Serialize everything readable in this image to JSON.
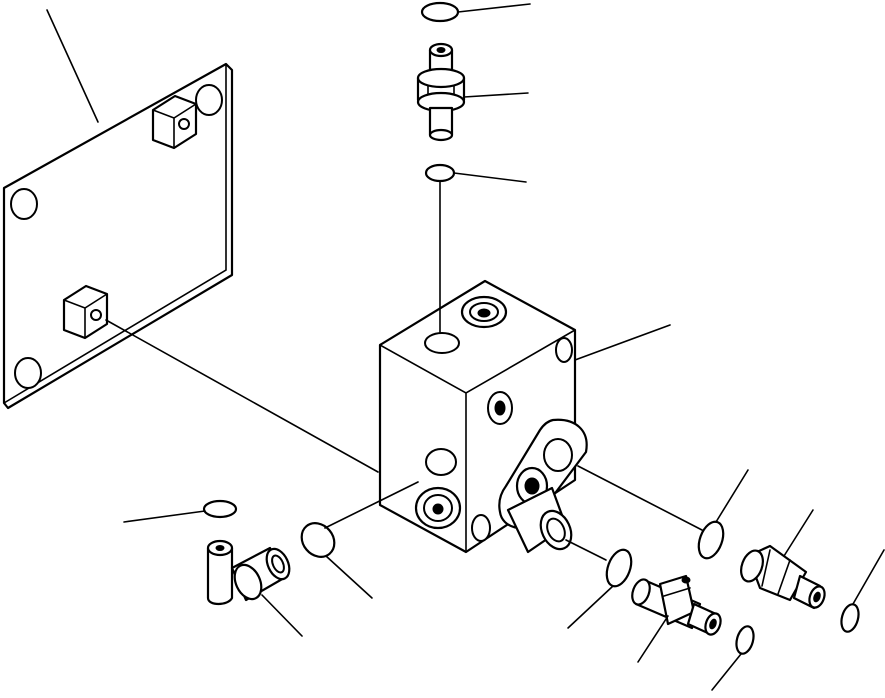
{
  "figure": {
    "kind": "exploded-view parts diagram",
    "colors": {
      "line": "#000000",
      "background": "#ffffff"
    },
    "parts": [
      "mounting-plate",
      "valve-block",
      "top-oring",
      "top-fitting",
      "second-oring",
      "lever-arm",
      "left-oring",
      "elbow-fitting",
      "front-oring",
      "lower-oring",
      "tee-fitting",
      "right-oring",
      "straight-fitting",
      "far-right-oring",
      "bottom-right-oring"
    ],
    "callout_text": []
  }
}
